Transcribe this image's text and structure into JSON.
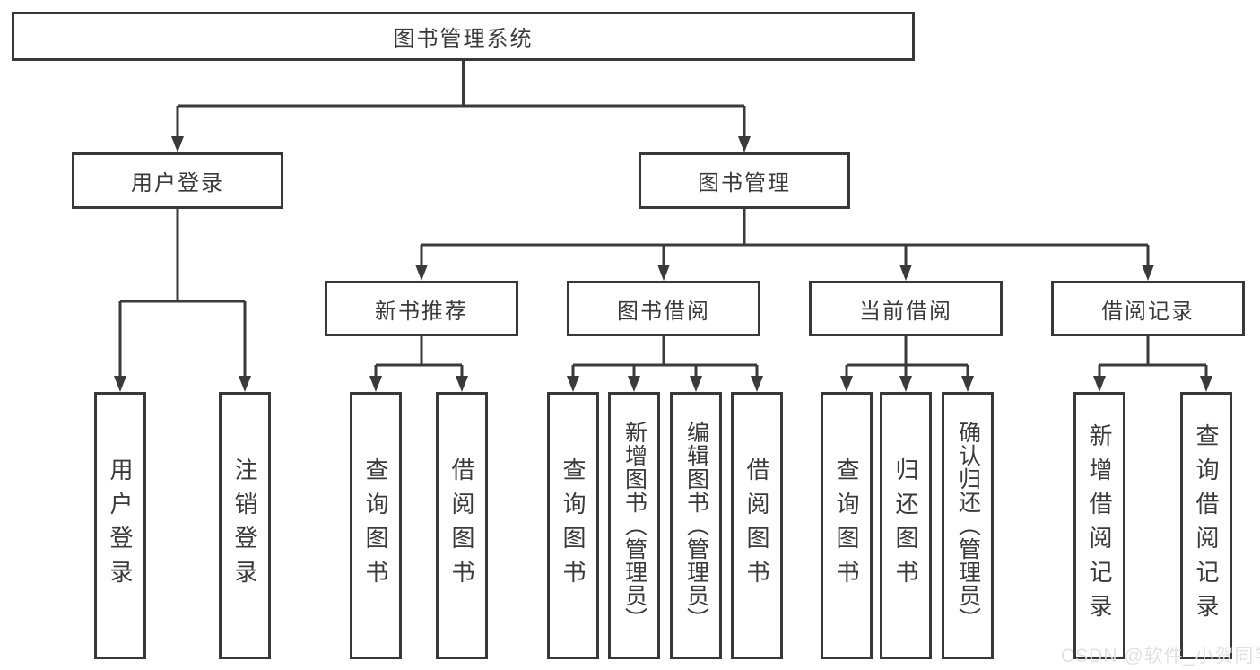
{
  "diagram": {
    "root": {
      "label": "图书管理系统"
    },
    "level2": [
      {
        "label": "用户登录"
      },
      {
        "label": "图书管理"
      }
    ],
    "level3": [
      {
        "label": "新书推荐"
      },
      {
        "label": "图书借阅"
      },
      {
        "label": "当前借阅"
      },
      {
        "label": "借阅记录"
      }
    ],
    "leaves": {
      "user_login": [
        {
          "label": "用户登录"
        },
        {
          "label": "注销登录"
        }
      ],
      "new_book": [
        {
          "label": "查询图书"
        },
        {
          "label": "借阅图书"
        }
      ],
      "book_borrow": [
        {
          "label": "查询图书"
        },
        {
          "label": "新增图书（管理员）"
        },
        {
          "label": "编辑图书（管理员）"
        },
        {
          "label": "借阅图书"
        }
      ],
      "current_borrow": [
        {
          "label": "查询图书"
        },
        {
          "label": "归还图书"
        },
        {
          "label": "确认归还（管理员）"
        }
      ],
      "records": [
        {
          "label": "新增借阅记录"
        },
        {
          "label": "查询借阅记录"
        }
      ]
    }
  },
  "watermark": {
    "text": "CSDN @软件_小贺同学"
  },
  "colors": {
    "line": "#3a3a3a",
    "text": "#3a3a3a",
    "background": "#ffffff",
    "watermark": "#dfdfdf"
  }
}
